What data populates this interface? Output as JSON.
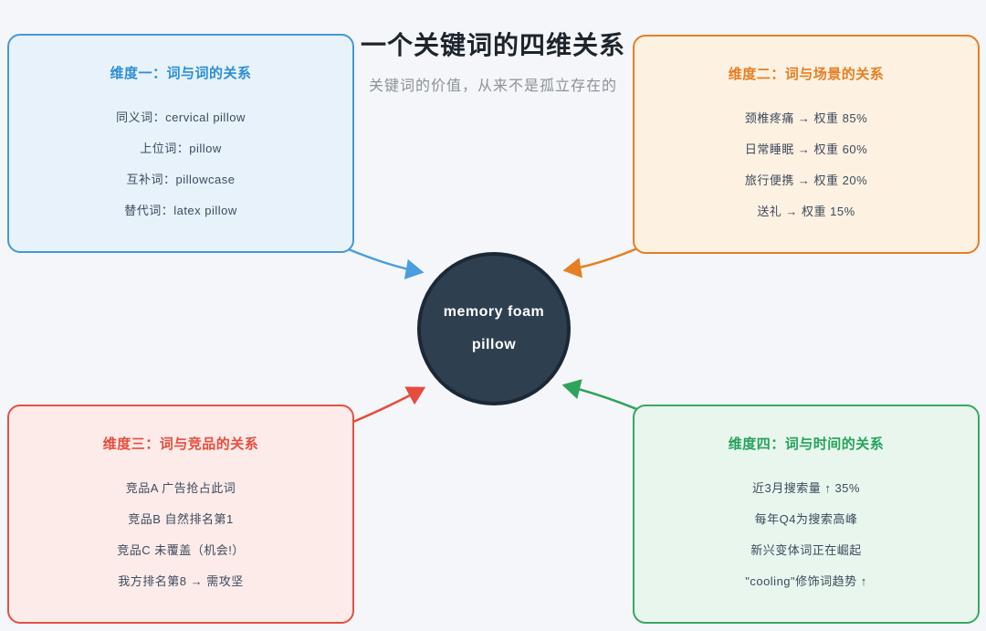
{
  "page": {
    "title": "一个关键词的四维关系",
    "subtitle": "关键词的价值，从来不是孤立存在的",
    "background_color": "#f4f6f9"
  },
  "center_node": {
    "line1": "memory foam",
    "line2": "pillow",
    "fill_color": "#2e3f50",
    "border_color": "#1b2835",
    "text_color": "#ffffff"
  },
  "boxes": [
    {
      "id": "dimension-1",
      "title": "维度一：词与词的关系",
      "accent_color": "#2b8fd6",
      "border_color": "#4598d6",
      "fill_color": "#e7f2fa",
      "items": [
        "同义词：cervical pillow",
        "上位词：pillow",
        "互补词：pillowcase",
        "替代词：latex pillow"
      ]
    },
    {
      "id": "dimension-2",
      "title": "维度二：词与场景的关系",
      "accent_color": "#e67e22",
      "border_color": "#e67e22",
      "fill_color": "#fdf1e2",
      "items": [
        "颈椎疼痛 → 权重 85%",
        "日常睡眠 → 权重 60%",
        "旅行便携 → 权重 20%",
        "送礼 → 权重 15%"
      ]
    },
    {
      "id": "dimension-3",
      "title": "维度三：词与竞品的关系",
      "accent_color": "#e74c3c",
      "border_color": "#e05245",
      "fill_color": "#fcebe9",
      "items": [
        "竞品A 广告抢占此词",
        "竞品B 自然排名第1",
        "竞品C 未覆盖（机会!）",
        "我方排名第8 → 需攻坚"
      ]
    },
    {
      "id": "dimension-4",
      "title": "维度四：词与时间的关系",
      "accent_color": "#23a35a",
      "border_color": "#38a862",
      "fill_color": "#e9f6ee",
      "items": [
        "近3月搜索量 ↑ 35%",
        "每年Q4为搜索高峰",
        "新兴变体词正在崛起",
        "\"cooling\"修饰词趋势 ↑"
      ]
    }
  ],
  "arrows": [
    {
      "from": "dimension-1",
      "to": "center-node",
      "color": "#4a9de0"
    },
    {
      "from": "dimension-2",
      "to": "center-node",
      "color": "#e67e22"
    },
    {
      "from": "dimension-3",
      "to": "center-node",
      "color": "#e74c3c"
    },
    {
      "from": "dimension-4",
      "to": "center-node",
      "color": "#2fa35c"
    }
  ]
}
